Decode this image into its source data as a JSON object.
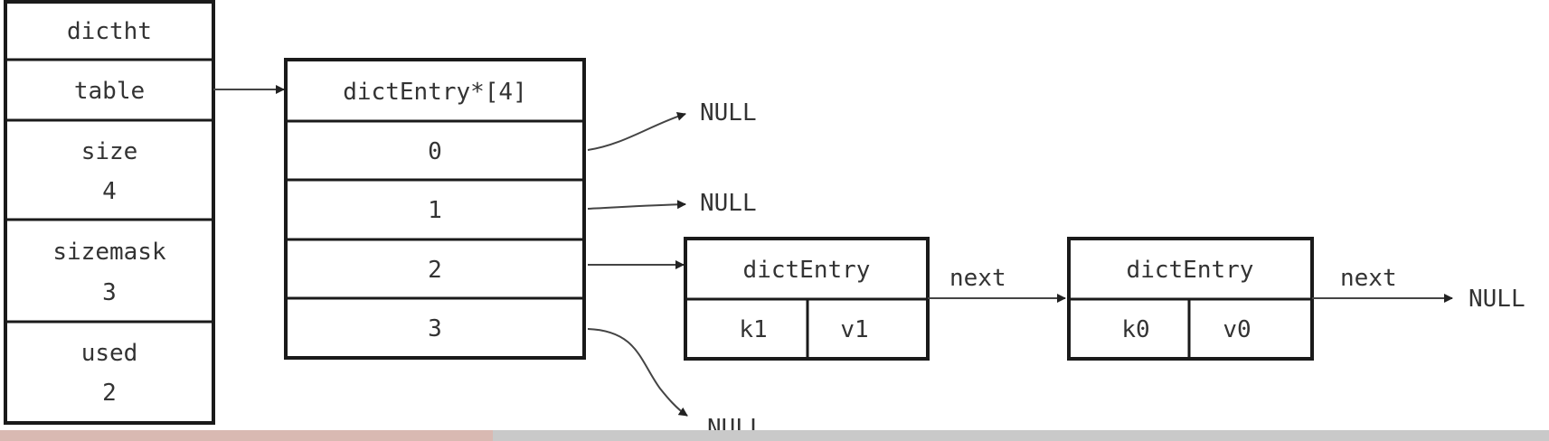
{
  "dictht": {
    "title": "dictht",
    "table": "table",
    "size_label": "size",
    "size_value": "4",
    "sizemask_label": "sizemask",
    "sizemask_value": "3",
    "used_label": "used",
    "used_value": "2"
  },
  "table_array": {
    "title": "dictEntry*[4]",
    "slots": [
      "0",
      "1",
      "2",
      "3"
    ]
  },
  "entry1": {
    "title": "dictEntry",
    "key": "k1",
    "value": "v1"
  },
  "entry2": {
    "title": "dictEntry",
    "key": "k0",
    "value": "v0"
  },
  "links": {
    "next_label_1": "next",
    "next_label_2": "next",
    "null_slot0": "NULL",
    "null_slot1": "NULL",
    "null_slot3": "NULL",
    "null_end": "NULL"
  }
}
